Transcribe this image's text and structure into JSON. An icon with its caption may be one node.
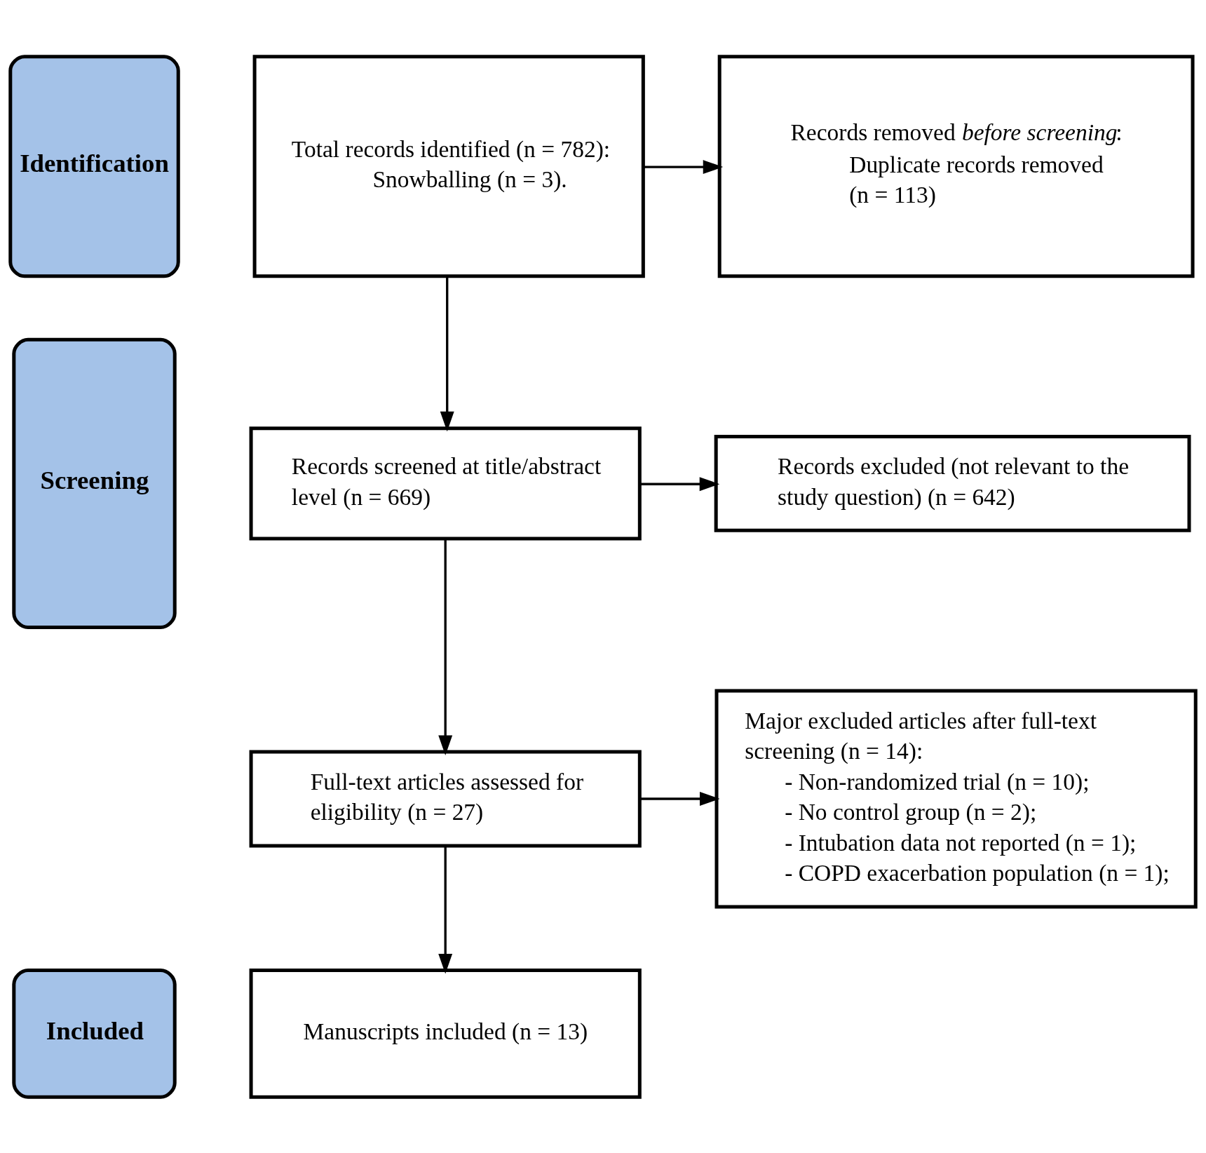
{
  "diagram": {
    "nodes": [
      {
        "text": [
          "Identification"
        ]
      },
      {
        "text": [
          "Total records identified (n = 782):",
          "Snowballing (n = 3)."
        ]
      },
      {
        "text": [
          "Records removed *before screening*:",
          "Duplicate records removed (n = 113)"
        ]
      },
      {
        "text": [
          "Screening"
        ]
      },
      {
        "text": [
          "Records screened at title/abstract level (n = 669)"
        ]
      },
      {
        "text": [
          "Records excluded (not relevant to the study question) (n = 642)"
        ]
      },
      {
        "text": [
          "Full-text articles assessed for eligibility (n = 27)"
        ]
      },
      {
        "text": [
          "Major excluded articles after full-text screening (n = 14):",
          "- Non-randomized trial (n = 10);",
          "- No control group (n = 2);",
          "- Intubation data not reported (n = 1);",
          "- COPD exacerbation population (n = 1);"
        ]
      },
      {
        "text": [
          "Included"
        ]
      },
      {
        "text": [
          "Manuscripts included (n = 13)"
        ]
      }
    ],
    "edges": [
      {
        "from": 1,
        "to": 2,
        "arrow": "to"
      },
      {
        "from": 1,
        "to": 4,
        "arrow": "to"
      },
      {
        "from": 4,
        "to": 5,
        "arrow": "to"
      },
      {
        "from": 4,
        "to": 6,
        "arrow": "to"
      },
      {
        "from": 6,
        "to": 7,
        "arrow": "to"
      },
      {
        "from": 6,
        "to": 9,
        "arrow": "to"
      }
    ]
  }
}
